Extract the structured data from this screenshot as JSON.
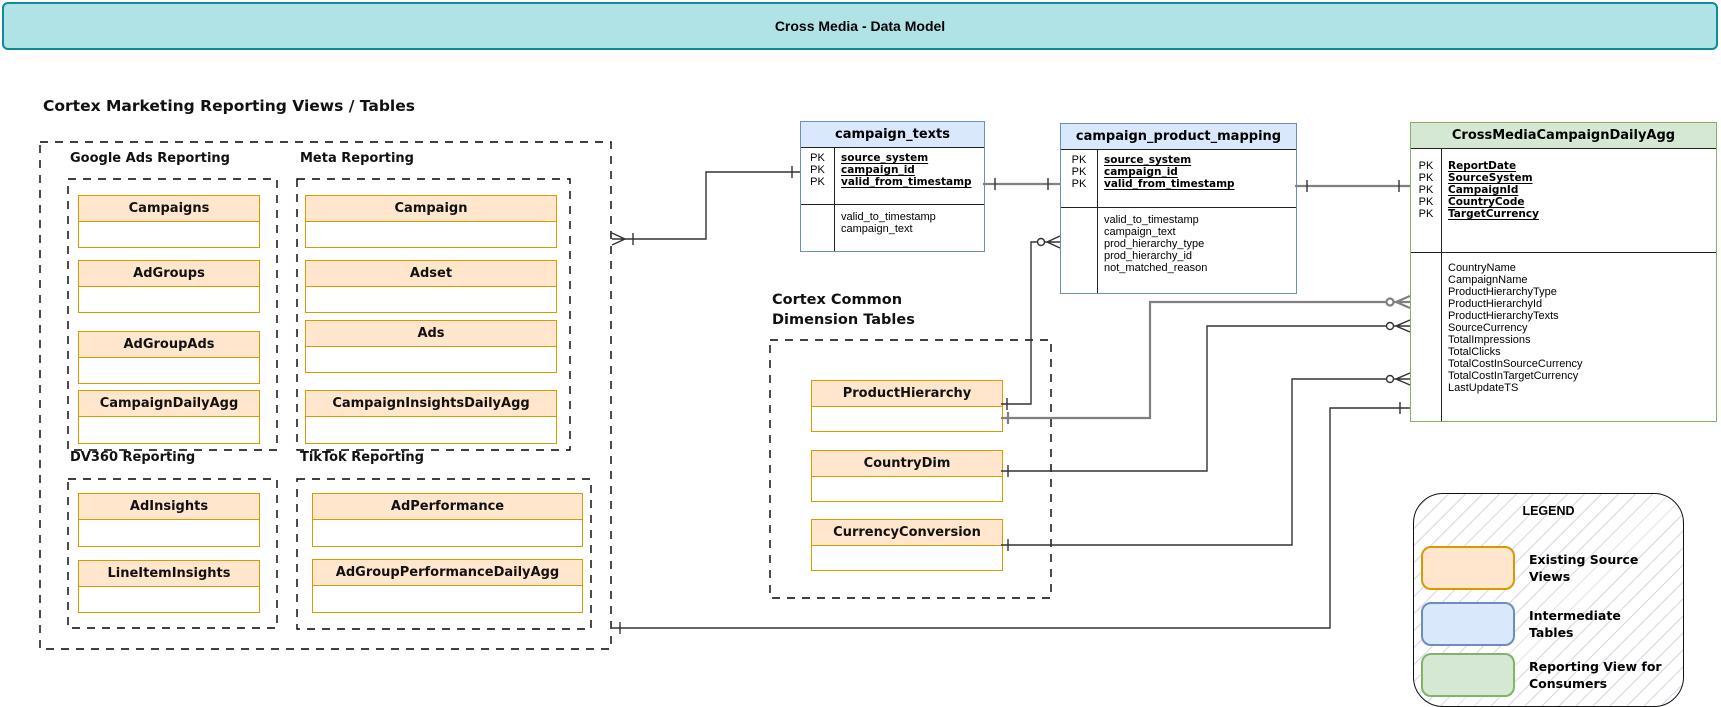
{
  "title_bar": {
    "title": "Cross Media - Data Model"
  },
  "pk_label": "PK",
  "marketing": {
    "heading": "Cortex Marketing Reporting Views / Tables",
    "groups": [
      {
        "label": "Google Ads Reporting",
        "tables": [
          "Campaigns",
          "AdGroups",
          "AdGroupAds",
          "CampaignDailyAgg"
        ]
      },
      {
        "label": "Meta Reporting",
        "tables": [
          "Campaign",
          "Adset",
          "Ads",
          "CampaignInsightsDailyAgg"
        ]
      },
      {
        "label": "DV360 Reporting",
        "tables": [
          "AdInsights",
          "LineItemInsights"
        ]
      },
      {
        "label": "TikTok Reporting",
        "tables": [
          "AdPerformance",
          "AdGroupPerformanceDailyAgg"
        ]
      }
    ]
  },
  "entities": {
    "campaign_texts": {
      "name": "campaign_texts",
      "pk": [
        "source_system",
        "campaign_id",
        "valid_from_timestamp"
      ],
      "fields": [
        "valid_to_timestamp",
        "campaign_text"
      ]
    },
    "campaign_product_mapping": {
      "name": "campaign_product_mapping",
      "pk": [
        "source_system",
        "campaign_id",
        "valid_from_timestamp"
      ],
      "fields": [
        "valid_to_timestamp",
        "campaign_text",
        "prod_hierarchy_type",
        "prod_hierarchy_id",
        "not_matched_reason"
      ]
    },
    "cross_media": {
      "name": "CrossMediaCampaignDailyAgg",
      "pk": [
        "ReportDate",
        "SourceSystem",
        "CampaignId",
        "CountryCode",
        "TargetCurrency"
      ],
      "fields": [
        "CountryName",
        "CampaignName",
        "ProductHierarchyType",
        "ProductHierarchyId",
        "ProductHierarchyTexts",
        "SourceCurrency",
        "TotalImpressions",
        "TotalClicks",
        "TotalCostInSourceCurrency",
        "TotalCostInTargetCurrency",
        "LastUpdateTS"
      ]
    }
  },
  "dimensions": {
    "heading": [
      "Cortex Common",
      "Dimension Tables"
    ],
    "tables": [
      "ProductHierarchy",
      "CountryDim",
      "CurrencyConversion"
    ]
  },
  "legend": {
    "title": "LEGEND",
    "items": [
      {
        "label": "Existing Source Views",
        "fill": "#ffe6cc",
        "border": "#d79b00"
      },
      {
        "label": "Intermediate Tables",
        "fill": "#dae8fc",
        "border": "#6c8ebf"
      },
      {
        "label": "Reporting View for Consumers",
        "fill": "#d5e8d4",
        "border": "#82b366"
      }
    ]
  },
  "colors": {
    "title_fill": "#b0e3e6",
    "title_border": "#0e8a99",
    "orange_fill": "#ffe6cc",
    "orange_border": "#d79b00",
    "blue_fill": "#dae8fc",
    "blue_border": "#6c8ebf",
    "green_fill": "#d5e8d4",
    "green_border": "#82b366"
  }
}
